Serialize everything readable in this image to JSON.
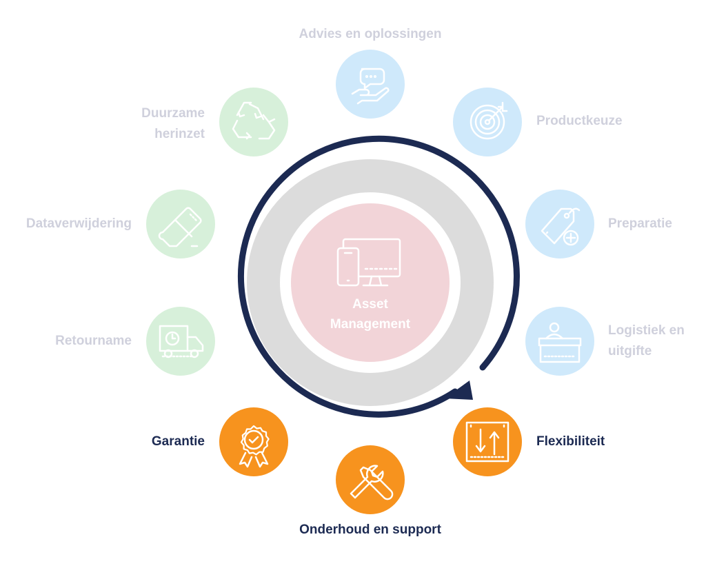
{
  "center": {
    "title_line1": "Asset",
    "title_line2": "Management"
  },
  "colors": {
    "blue_faded": "#cfe9fb",
    "green_faded": "#d7f0da",
    "orange_active": "#f7931e",
    "label_faded": "#cfd0dc",
    "label_active": "#1c2a52",
    "ring_navy": "#1c2a52",
    "ring_gray": "#dcdcdc",
    "center_pink": "#f2d4d8"
  },
  "steps": [
    {
      "id": "advies",
      "label_lines": [
        "Advies en oplossingen"
      ],
      "icon": "hand-chat-icon",
      "state": "faded"
    },
    {
      "id": "productkeuze",
      "label_lines": [
        "Productkeuze"
      ],
      "icon": "target-icon",
      "state": "faded"
    },
    {
      "id": "preparatie",
      "label_lines": [
        "Preparatie"
      ],
      "icon": "tag-plus-icon",
      "state": "faded"
    },
    {
      "id": "logistiek",
      "label_lines": [
        "Logistiek en",
        "uitgifte"
      ],
      "icon": "service-desk-icon",
      "state": "faded"
    },
    {
      "id": "flexibiliteit",
      "label_lines": [
        "Flexibiliteit"
      ],
      "icon": "up-down-arrows-icon",
      "state": "active"
    },
    {
      "id": "onderhoud",
      "label_lines": [
        "Onderhoud en support"
      ],
      "icon": "tools-icon",
      "state": "active"
    },
    {
      "id": "garantie",
      "label_lines": [
        "Garantie"
      ],
      "icon": "award-badge-icon",
      "state": "active"
    },
    {
      "id": "retourname",
      "label_lines": [
        "Retourname"
      ],
      "icon": "delivery-truck-icon",
      "state": "faded"
    },
    {
      "id": "dataverwijdering",
      "label_lines": [
        "Dataverwijdering"
      ],
      "icon": "eraser-icon",
      "state": "faded"
    },
    {
      "id": "duurzame",
      "label_lines": [
        "Duurzame",
        "herinzet"
      ],
      "icon": "recycle-icon",
      "state": "faded"
    }
  ]
}
